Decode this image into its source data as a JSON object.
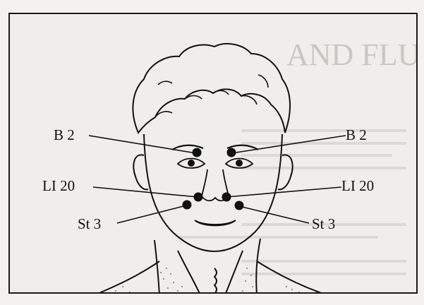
{
  "figure": {
    "labels": {
      "b2_left": "B 2",
      "b2_right": "B 2",
      "li20_left": "LI 20",
      "li20_right": "LI 20",
      "st3_left": "St 3",
      "st3_right": "St 3"
    },
    "background_text": {
      "heading": "AND FLU"
    },
    "colors": {
      "ink": "#111111",
      "paper": "#efeeea",
      "ghost": "#c9c7c1"
    }
  }
}
